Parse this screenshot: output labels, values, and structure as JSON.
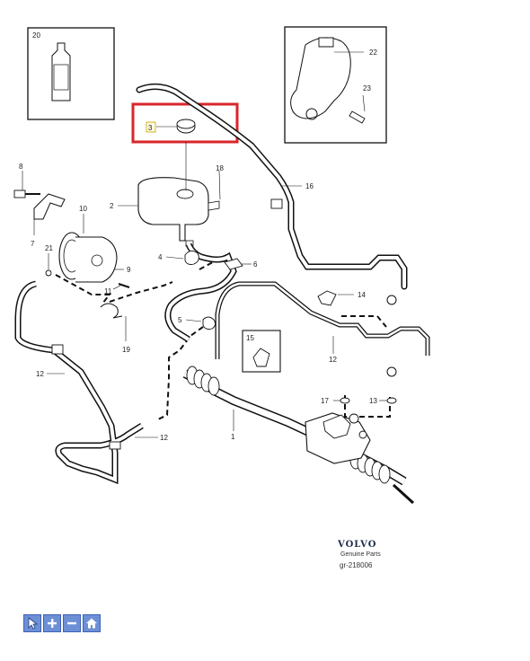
{
  "diagram": {
    "callouts": [
      {
        "id": "label-20",
        "text": "20"
      },
      {
        "id": "label-22",
        "text": "22"
      },
      {
        "id": "label-23",
        "text": "23"
      },
      {
        "id": "label-3",
        "text": "3"
      },
      {
        "id": "label-18",
        "text": "18"
      },
      {
        "id": "label-16",
        "text": "16"
      },
      {
        "id": "label-8",
        "text": "8"
      },
      {
        "id": "label-2",
        "text": "2"
      },
      {
        "id": "label-10",
        "text": "10"
      },
      {
        "id": "label-7",
        "text": "7"
      },
      {
        "id": "label-21",
        "text": "21"
      },
      {
        "id": "label-9",
        "text": "9"
      },
      {
        "id": "label-4",
        "text": "4"
      },
      {
        "id": "label-6",
        "text": "6"
      },
      {
        "id": "label-11",
        "text": "11"
      },
      {
        "id": "label-14",
        "text": "14"
      },
      {
        "id": "label-5",
        "text": "5"
      },
      {
        "id": "label-19",
        "text": "19"
      },
      {
        "id": "label-15",
        "text": "15"
      },
      {
        "id": "label-12a",
        "text": "12"
      },
      {
        "id": "label-12b",
        "text": "12"
      },
      {
        "id": "label-12c",
        "text": "12"
      },
      {
        "id": "label-17",
        "text": "17"
      },
      {
        "id": "label-13",
        "text": "13"
      },
      {
        "id": "label-1",
        "text": "1"
      }
    ],
    "highlight_color": "#d8262b"
  },
  "brand": {
    "name": "VOLVO",
    "subtitle": "Genuine Parts",
    "reference": "gr-218006"
  },
  "toolbar": {
    "tools": [
      "pointer-icon",
      "zoom-in-icon",
      "zoom-out-icon",
      "home-icon"
    ]
  }
}
